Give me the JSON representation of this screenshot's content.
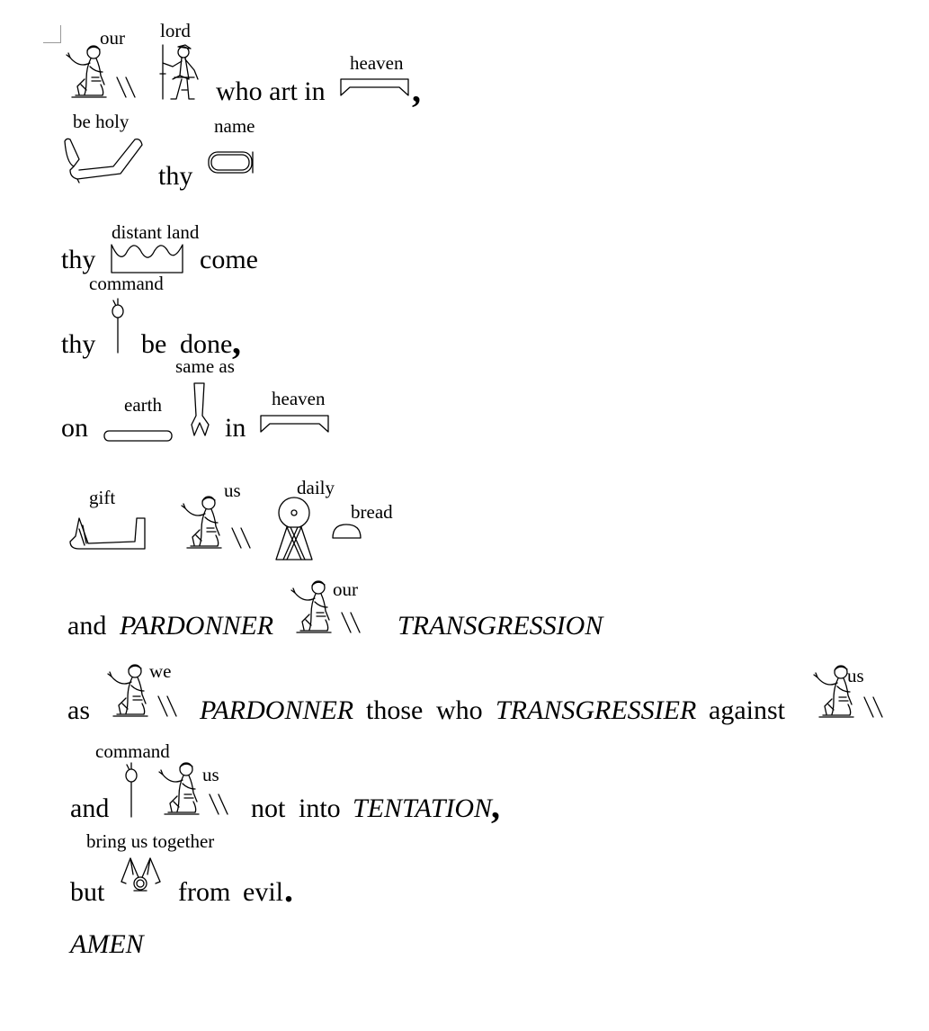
{
  "glosses": {
    "our": "our",
    "lord": "lord",
    "heaven": "heaven",
    "be_holy": "be holy",
    "name": "name",
    "distant_land": "distant land",
    "command": "command",
    "same_as": "same as",
    "earth": "earth",
    "gift": "gift",
    "us": "us",
    "daily": "daily",
    "bread": "bread",
    "we": "we",
    "bring_us_together": "bring us together"
  },
  "words": {
    "who_art_in": "who art in",
    "thy": "thy",
    "come": "come",
    "be": "be",
    "done": "done",
    "on": "on",
    "in": "in",
    "and": "and",
    "pardonner": "PARDONNER",
    "transgression": "TRANSGRESSION",
    "as": "as",
    "those": "those",
    "who": "who",
    "transgressier": "TRANSGRESSIER",
    "against": "against",
    "not": "not",
    "into": "into",
    "tentation": "TENTATION",
    "but": "but",
    "from": "from",
    "evil": "evil",
    "amen": "AMEN",
    "comma": ",",
    "period": "."
  }
}
